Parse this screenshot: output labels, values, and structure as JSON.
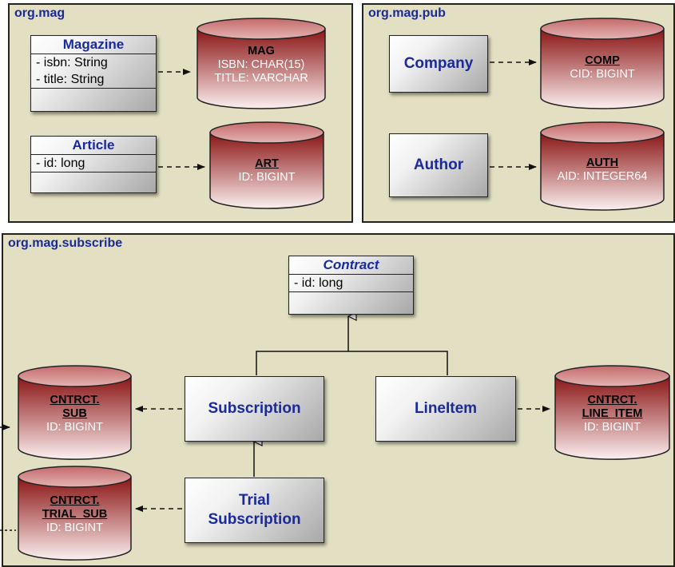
{
  "packages": {
    "mag": "org.mag",
    "pub": "org.mag.pub",
    "subscribe": "org.mag.subscribe"
  },
  "classes": {
    "magazine": {
      "name": "Magazine",
      "attrs": [
        "- isbn: String",
        "- title: String"
      ]
    },
    "article": {
      "name": "Article",
      "attrs": [
        "- id: long"
      ]
    },
    "company": {
      "name": "Company"
    },
    "author": {
      "name": "Author"
    },
    "contract": {
      "name": "Contract",
      "attrs": [
        "- id: long"
      ]
    },
    "subscription": {
      "name": "Subscription"
    },
    "lineitem": {
      "name": "LineItem"
    },
    "trial": {
      "name_line1": "Trial",
      "name_line2": "Subscription"
    }
  },
  "tables": {
    "mag": {
      "name": "MAG",
      "cols": [
        "ISBN: CHAR(15)",
        "TITLE: VARCHAR"
      ]
    },
    "art": {
      "name": "ART",
      "cols": [
        "ID: BIGINT"
      ]
    },
    "comp": {
      "name": "COMP",
      "cols": [
        "CID: BIGINT"
      ]
    },
    "auth": {
      "name": "AUTH",
      "cols": [
        "AID: INTEGER64"
      ]
    },
    "cntrct_sub": {
      "name1": "CNTRCT.",
      "name2": "SUB",
      "cols": [
        "ID: BIGINT"
      ]
    },
    "cntrct_line_item": {
      "name1": "CNTRCT.",
      "name2": "LINE_ITEM",
      "cols": [
        "ID: BIGINT"
      ]
    },
    "cntrct_trial_sub": {
      "name1": "CNTRCT.",
      "name2": "TRIAL_SUB",
      "cols": [
        "ID: BIGINT"
      ]
    }
  },
  "colors": {
    "package_fill": "#e2dfc2",
    "class_title": "#1a2a9a",
    "table_dark": "#8a1414",
    "table_light": "#f7eaea"
  }
}
